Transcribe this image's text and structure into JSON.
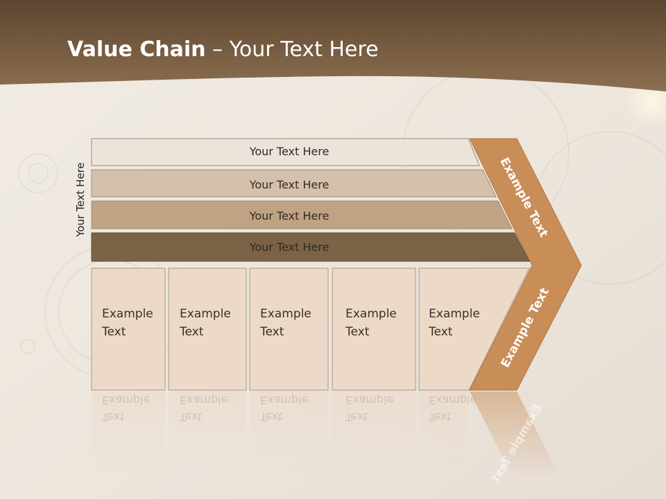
{
  "title": {
    "bold": "Value Chain",
    "rest": " – Your Text Here"
  },
  "side_label": "Your Text Here",
  "bars": [
    {
      "label": "Your Text Here"
    },
    {
      "label": "Your Text Here"
    },
    {
      "label": "Your Text Here"
    },
    {
      "label": "Your Text Here"
    }
  ],
  "boxes": [
    {
      "line1": "Example",
      "line2": "Text"
    },
    {
      "line1": "Example",
      "line2": "Text"
    },
    {
      "line1": "Example",
      "line2": "Text"
    },
    {
      "line1": "Example",
      "line2": "Text"
    },
    {
      "line1": "Example",
      "line2": "Text"
    }
  ],
  "chevron": {
    "upper": "Example Text",
    "lower": "Example Text"
  },
  "colors": {
    "header": "#7b5e3f",
    "bar1": "#ece4da",
    "bar2": "#d4c0ab",
    "bar3": "#bfa383",
    "bar4": "#7c6246",
    "box": "#ecd9c7",
    "chevron": "#c98d58"
  }
}
